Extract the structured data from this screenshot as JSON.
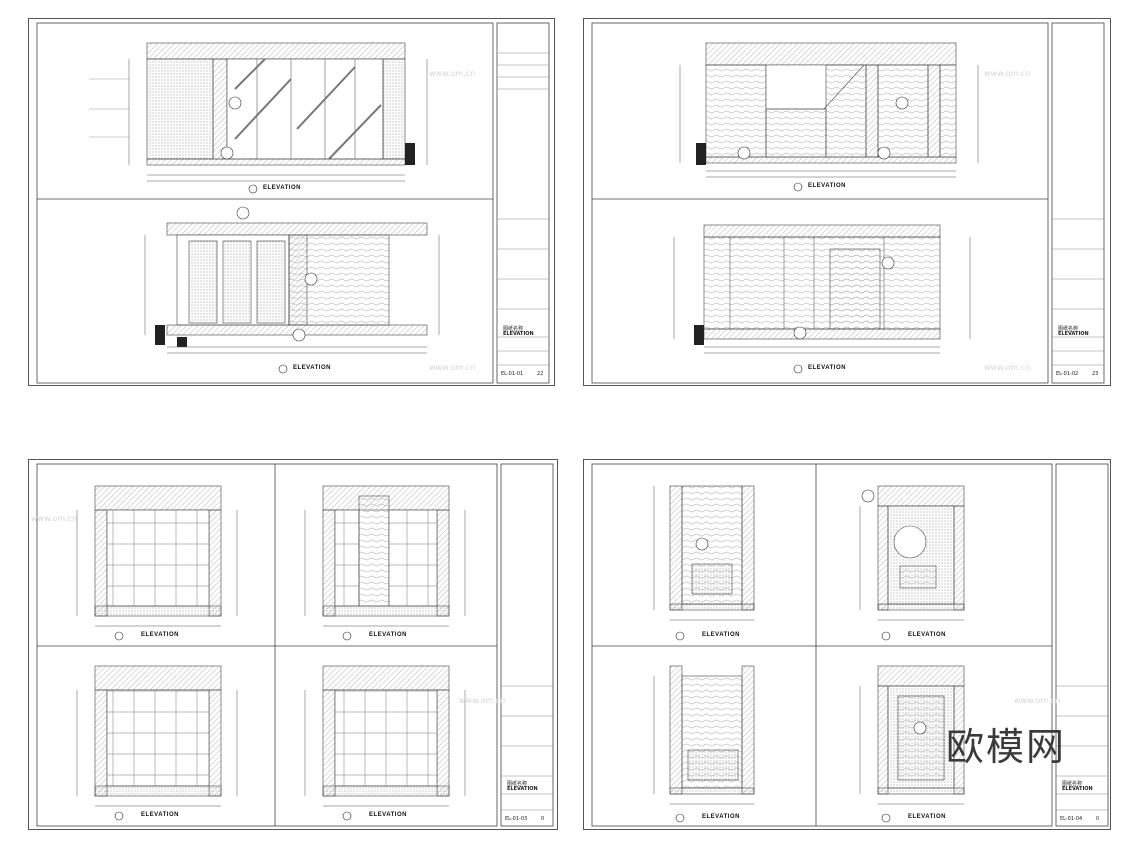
{
  "watermark": {
    "logo": "欧模网",
    "url": "www.om.cn"
  },
  "sheets": [
    {
      "id": "sheet-1",
      "captions": [
        "ELEVATION",
        "ELEVATION"
      ],
      "title_block": {
        "title_cn": "图纸名称",
        "title_en": "ELEVATION",
        "drawing_no": "EL-01-01",
        "page": "22"
      }
    },
    {
      "id": "sheet-2",
      "captions": [
        "ELEVATION",
        "ELEVATION"
      ],
      "title_block": {
        "title_cn": "图纸名称",
        "title_en": "ELEVATION",
        "drawing_no": "EL-01-02",
        "page": "23"
      }
    },
    {
      "id": "sheet-3",
      "captions": [
        "ELEVATION",
        "ELEVATION",
        "ELEVATION",
        "ELEVATION"
      ],
      "title_block": {
        "title_cn": "图纸名称",
        "title_en": "ELEVATION",
        "drawing_no": "EL-01-03",
        "page": "0"
      }
    },
    {
      "id": "sheet-4",
      "captions": [
        "ELEVATION",
        "ELEVATION",
        "ELEVATION",
        "ELEVATION"
      ],
      "title_block": {
        "title_cn": "图纸名称",
        "title_en": "ELEVATION",
        "drawing_no": "EL-01-04",
        "page": "0"
      }
    }
  ]
}
